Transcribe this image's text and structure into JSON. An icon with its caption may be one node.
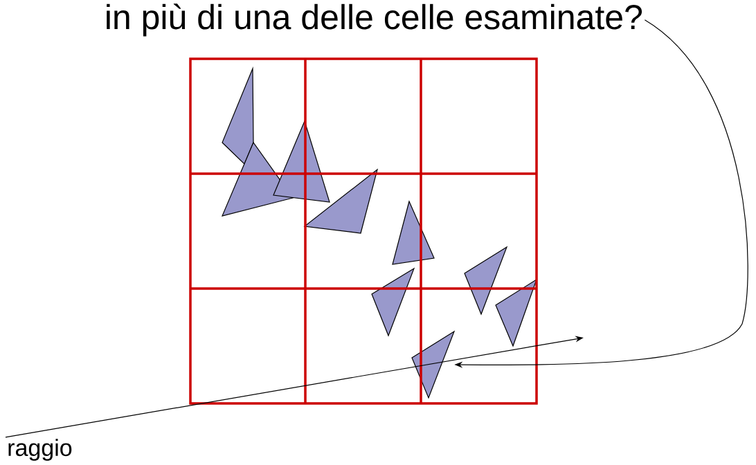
{
  "diagram": {
    "nodes": [
      {
        "text": [
          "in più di una delle celle esaminate?"
        ]
      },
      {
        "text": [],
        "shape": "triangle"
      },
      {
        "text": [],
        "shape": "triangle"
      },
      {
        "text": [],
        "shape": "triangle"
      },
      {
        "text": [],
        "shape": "triangle"
      },
      {
        "text": [],
        "shape": "triangle"
      },
      {
        "text": [],
        "shape": "triangle"
      },
      {
        "text": [],
        "shape": "triangle"
      },
      {
        "text": [],
        "shape": "triangle"
      },
      {
        "text": [],
        "shape": "triangle"
      },
      {
        "text": [
          "raggio"
        ]
      }
    ],
    "edges": [
      {
        "from": 0,
        "to": 9,
        "arrow": "to"
      },
      {
        "from": 10,
        "to": null,
        "arrow": "to"
      }
    ]
  }
}
